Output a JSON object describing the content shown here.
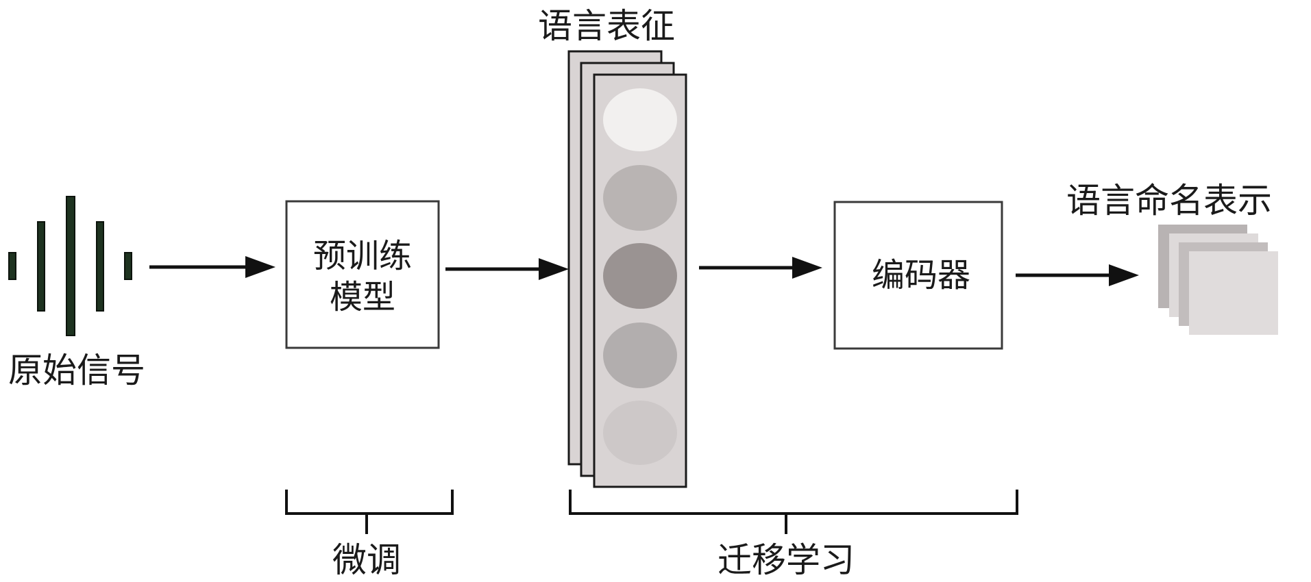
{
  "labels": {
    "raw_signal": "原始信号",
    "pretrained_model_line1": "预训练",
    "pretrained_model_line2": "模型",
    "language_representation": "语言表征",
    "encoder": "编码器",
    "language_naming_representation": "语言命名表示",
    "fine_tuning": "微调",
    "transfer_learning": "迁移学习"
  },
  "colors": {
    "signal_bars": "#1e3320",
    "card_fill": "#d9d4d4",
    "circle_1": "#f2f0ef",
    "circle_2": "#b9b4b3",
    "circle_3": "#9a9392",
    "circle_4": "#b2aeae",
    "circle_5": "#cdc8c8",
    "output_layer_1": "#b8b3b3",
    "output_layer_2": "#dedada",
    "output_layer_3": "#c2bdbd",
    "output_layer_4": "#e0dcdc"
  }
}
